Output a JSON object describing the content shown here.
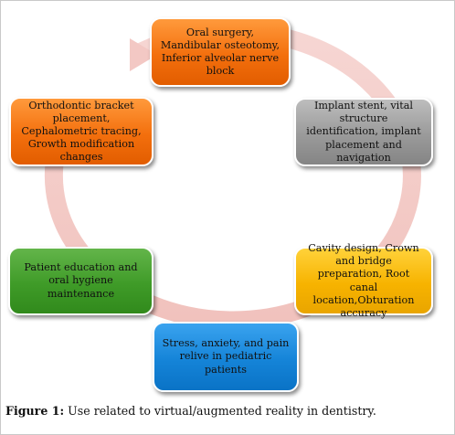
{
  "nodes": {
    "top": "Oral surgery, Mandibular osteotomy, Inferior alveolar nerve block",
    "upper_right": "Implant stent, vital structure identification, implant placement and navigation",
    "lower_right": "Cavity design, Crown and bridge preparation, Root canal location,Obturation accuracy",
    "bottom": "Stress, anxiety, and pain relive in pediatric patients",
    "lower_left": "Patient education and oral hygiene maintenance",
    "upper_left": "Orthodontic bracket placement, Cephalometric tracing, Growth modification changes"
  },
  "caption": {
    "label": "Figure 1:",
    "text": "Use related to virtual/augmented reality in dentistry."
  },
  "colors": {
    "orange": "#f36f0d",
    "gray": "#9a9a9a",
    "yellow": "#f7b300",
    "blue": "#1584d8",
    "green": "#3f9b28",
    "cycle_arrow": "#f3c8c4"
  }
}
